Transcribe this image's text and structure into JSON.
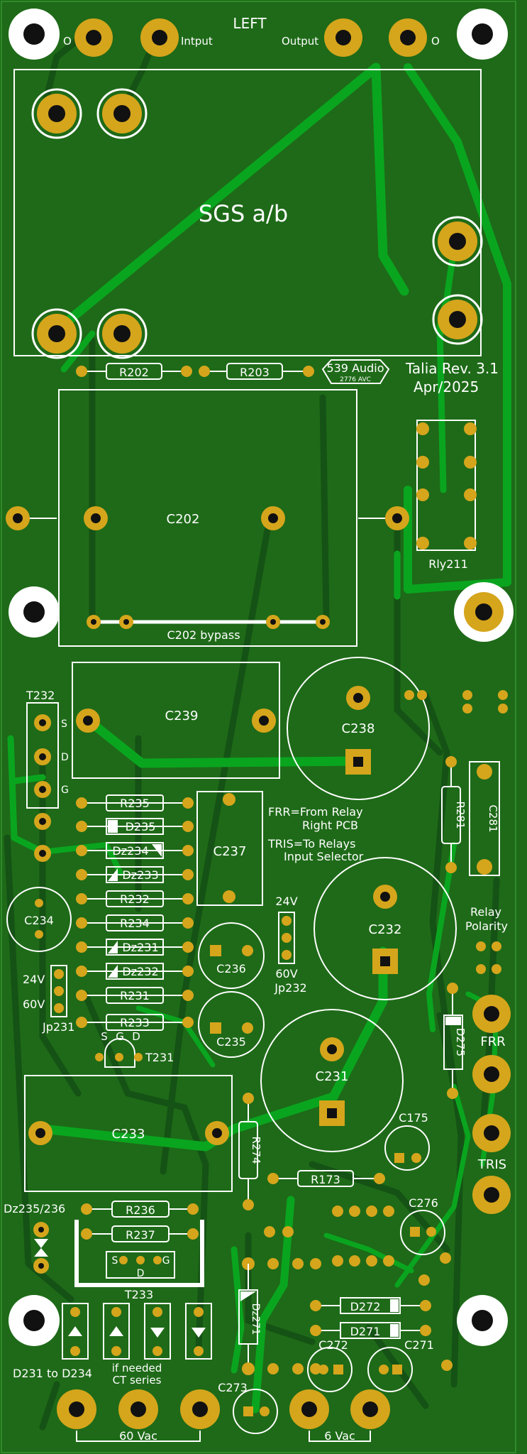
{
  "board": {
    "side_title": "LEFT",
    "module_label": "SGS a/b",
    "header_labels": {
      "o_left": "O",
      "input": "Intput",
      "output": "Output",
      "o_right": "O"
    },
    "brand_box": "539 Audio",
    "brand_sub": "2776 AVC",
    "revision": "Talia Rev. 3.1",
    "date": "Apr/2025",
    "notes": {
      "frr": "FRR=From Relay",
      "frr2": "Right PCB",
      "tris": "TRIS=To Relays",
      "tris2": "Input Selector"
    },
    "labels": {
      "R202": "R202",
      "R203": "R203",
      "C202": "C202",
      "C202_bypass": "C202 bypass",
      "Rly211": "Rly211",
      "T232": "T232",
      "T232_S": "S",
      "T232_D": "D",
      "T232_G": "G",
      "C239": "C239",
      "C238": "C238",
      "R281": "R281",
      "C281": "C281",
      "R235": "R235",
      "D235": "D235",
      "Dz234": "Dz234",
      "Dz233": "Dz233",
      "R232": "R232",
      "R234": "R234",
      "Dz231": "Dz231",
      "Dz232": "Dz232",
      "R231": "R231",
      "R233": "R233",
      "C237": "C237",
      "C234": "C234",
      "C236": "C236",
      "C235": "C235",
      "C232": "C232",
      "C231": "C231",
      "jp232_24v": "24V",
      "jp232_60v": "60V",
      "Jp232": "Jp232",
      "jp231_24v": "24V",
      "jp231_60v": "60V",
      "Jp231": "Jp231",
      "T231": "T231",
      "T231_s": "S",
      "T231_g": "G",
      "T231_d": "D",
      "relay_polarity_1": "Relay",
      "relay_polarity_2": "Polarity",
      "D275": "D275",
      "FRR": "FRR",
      "TRIS": "TRIS",
      "C233": "C233",
      "R274": "R274",
      "R173": "R173",
      "C175": "C175",
      "C276": "C276",
      "Dz235_236": "Dz235/236",
      "R236": "R236",
      "R237": "R237",
      "T233": "T233",
      "T233_s": "S",
      "T233_g": "G",
      "T233_d": "D",
      "Dz271": "Dz271",
      "D272": "D272",
      "D271": "D271",
      "C272": "C272",
      "C271": "C271",
      "C273": "C273",
      "D231_D234": "D231 to D234",
      "if_needed": "if needed",
      "ct_series": "CT series",
      "vac60": "60 Vac",
      "vac6": "6 Vac"
    },
    "colors": {
      "board": "#1e6a18",
      "trace_top": "#0aa51f",
      "trace_bottom": "#155215",
      "pad": "#d5a51c",
      "silkscreen": "#ffffff"
    }
  }
}
